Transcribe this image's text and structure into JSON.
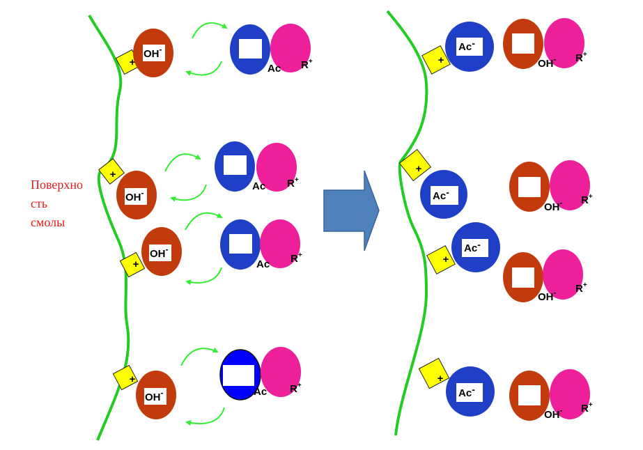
{
  "caption": {
    "line1": "Поверхно",
    "line2": "сть",
    "line3": "смолы"
  },
  "labels": {
    "hydroxide": "OH",
    "hydroxide_charge": "-",
    "anion": "Ac",
    "anion_charge": "-",
    "cation": "R",
    "cation_charge": "+",
    "site_charge": "+"
  },
  "colors": {
    "resin_line": "#22cc22",
    "site": "#ffff00",
    "hydroxide": "#c23b0c",
    "anion": "#1f3fc6",
    "anion_bright": "#0000ff",
    "cation": "#ee1f9a",
    "arrow_fill": "#4f81bd",
    "arrow_stroke": "#3a6597",
    "swap_arrow": "#33ee33",
    "caption": "#e31b1b"
  }
}
